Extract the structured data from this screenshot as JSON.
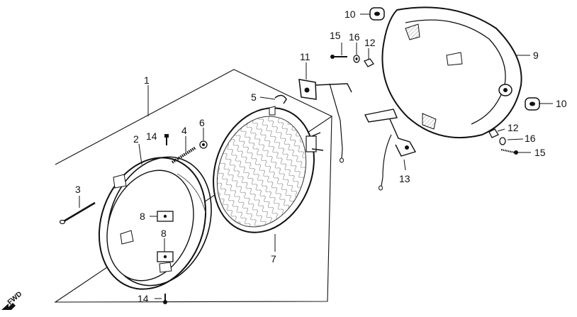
{
  "callouts": {
    "c1": "1",
    "c2": "2",
    "c3": "3",
    "c4": "4",
    "c5": "5",
    "c6": "6",
    "c7": "7",
    "c8a": "8",
    "c8b": "8",
    "c9": "9",
    "c10a": "10",
    "c10b": "10",
    "c11": "11",
    "c12a": "12",
    "c12b": "12",
    "c13": "13",
    "c14a": "14",
    "c14b": "14",
    "c15a": "15",
    "c15b": "15",
    "c16a": "16",
    "c16b": "16"
  },
  "direction": {
    "fwd_label": "FWD"
  },
  "colors": {
    "ink": "#111111",
    "paper": "#ffffff",
    "shade": "#bfbfbf"
  },
  "icons": {
    "fwd_arrow": "arrow-left-down-icon"
  }
}
